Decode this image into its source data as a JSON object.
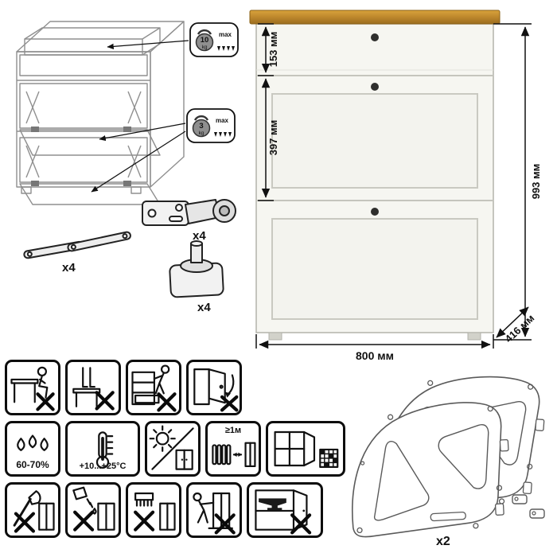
{
  "capacity": {
    "drawer": {
      "value": "10",
      "unit": "kg",
      "max_label": "max"
    },
    "flap": {
      "value": "3",
      "unit": "kg",
      "max_label": "max"
    }
  },
  "hardware": {
    "stay_count": "x4",
    "hinge_count": "x4",
    "foot_count": "x4",
    "side_frame_count": "x2"
  },
  "dimensions": {
    "drawer_height": "153 мм",
    "flap_height": "397 мм",
    "total_height": "993 мм",
    "width": "800 мм",
    "depth": "416 мм"
  },
  "care": {
    "humidity": "60-70%",
    "temperature": "+10...+25°С",
    "min_distance": "≥1м"
  },
  "icons": {
    "pictograms": [
      "no-sitting-icon",
      "no-standing-icon",
      "no-climbing-icon",
      "door-care-icon",
      "humidity-icon",
      "temperature-icon",
      "sunlight-icon",
      "heat-distance-icon",
      "ventilation-icon",
      "no-sharp-tools-icon",
      "no-liquids-icon",
      "no-harsh-cleaning-icon",
      "no-moving-loaded-icon",
      "no-heavy-load-icon"
    ],
    "hardware": [
      "lift-stay-icon",
      "hinge-icon",
      "adjustable-foot-icon",
      "side-frame-icon"
    ],
    "badges": [
      "weight-10kg-icon",
      "weight-3kg-icon"
    ]
  },
  "colors": {
    "wood_top": "#c08a2e",
    "wood_top_light": "#d9a33c",
    "wood_edge": "#8a6016",
    "cabinet_body": "#f6f6f1",
    "cabinet_border": "#b3b3ab",
    "panel_border": "#c9c9c1",
    "knob": "#2f2f2d",
    "line_art": "#111111",
    "wireframe": "#8f8f8f"
  }
}
